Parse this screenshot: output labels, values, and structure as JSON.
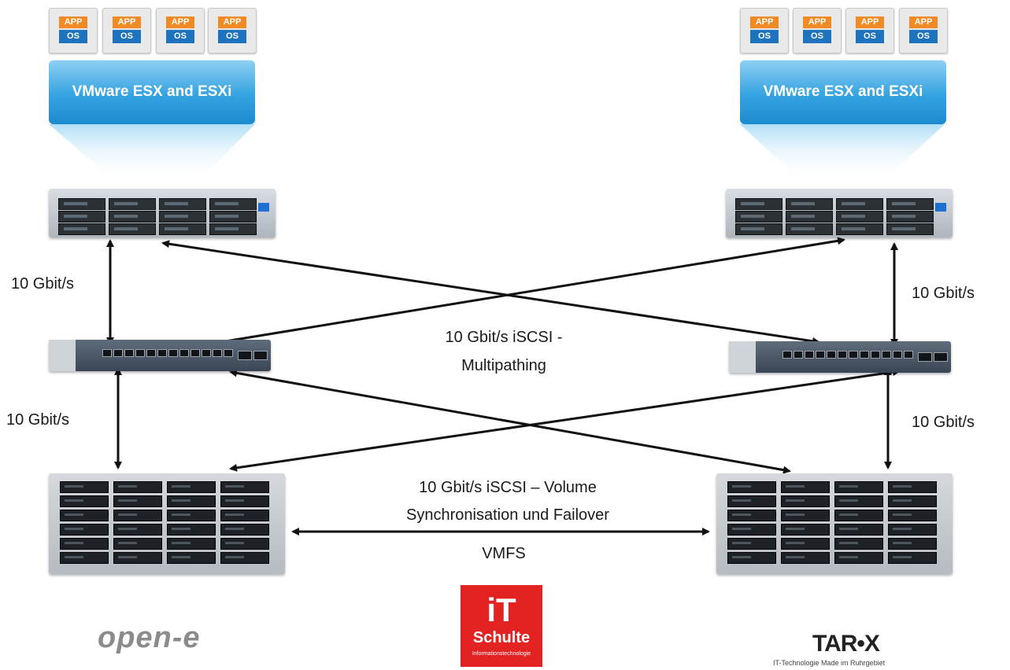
{
  "vm_tiles": {
    "app_label": "APP",
    "os_label": "OS"
  },
  "esx": {
    "left": "VMware ESX and ESXi",
    "right": "VMware ESX and ESXi"
  },
  "links": {
    "left_upper": "10 Gbit/s",
    "left_lower": "10 Gbit/s",
    "right_upper": "10 Gbit/s",
    "right_lower": "10 Gbit/s",
    "multipath_line1": "10 Gbit/s iSCSI -",
    "multipath_line2": "Multipathing",
    "sync_line1": "10 Gbit/s iSCSI – Volume",
    "sync_line2": "Synchronisation und Failover",
    "vmfs": "VMFS"
  },
  "logos": {
    "open_e": "open-e",
    "it_big": "iT",
    "it_mid": "Schulte",
    "it_small": "Informationstechnologie",
    "tarox": "TAR•X",
    "tarox_tagline": "IT-Technologie Made im Ruhrgebiet"
  },
  "colors": {
    "app_orange": "#f08a24",
    "os_blue": "#1e73be",
    "esx_blue": "#35a3e0",
    "it_red": "#e32322"
  }
}
